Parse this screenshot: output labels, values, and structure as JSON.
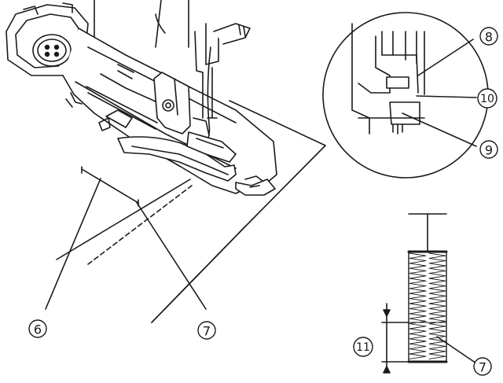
{
  "callouts": {
    "c6": "6",
    "c7_left": "7",
    "c8": "8",
    "c9": "9",
    "c10": "10",
    "c11": "11",
    "c7_right": "7"
  },
  "colors": {
    "line": "#1a1a1a",
    "fill": "#ffffff",
    "shade": "#d8d8d8"
  }
}
